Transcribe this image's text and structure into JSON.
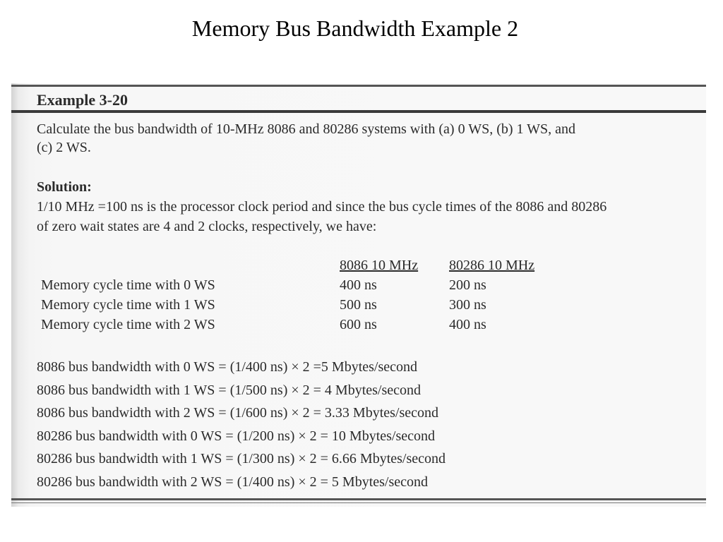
{
  "slide": {
    "title": "Memory Bus Bandwidth Example 2"
  },
  "scan": {
    "example_label": "Example 3-20",
    "problem_lines": [
      "Calculate the bus bandwidth of 10-MHz  8086 and 80286 systems with (a) 0 WS,  (b) 1 WS, and",
      "(c) 2 WS."
    ],
    "solution_label": "Solution:",
    "solution_lines": [
      "1/10 MHz =100 ns is the processor clock period and since the bus cycle times of the 8086 and 80286",
      "of zero wait states are 4 and 2 clocks, respectively, we have:"
    ],
    "table": {
      "headers": [
        "8086 10 MHz",
        "80286 10 MHz"
      ],
      "rows": [
        {
          "label": "Memory cycle time with 0 WS",
          "c8086": "400 ns",
          "c80286": "200 ns"
        },
        {
          "label": "Memory cycle time with 1 WS",
          "c8086": "500 ns",
          "c80286": "300 ns"
        },
        {
          "label": "Memory cycle time with 2 WS",
          "c8086": "600 ns",
          "c80286": "400 ns"
        }
      ]
    },
    "results": [
      "8086 bus bandwidth with 0 WS = (1/400 ns) × 2 =5 Mbytes/second",
      "8086 bus bandwidth with 1 WS = (1/500 ns) × 2 = 4 Mbytes/second",
      "8086 bus bandwidth with 2 WS = (1/600 ns) × 2 = 3.33 Mbytes/second",
      "80286 bus bandwidth with 0 WS = (1/200 ns) × 2 = 10 Mbytes/second",
      "80286 bus bandwidth with 1 WS = (1/300 ns) × 2 = 6.66 Mbytes/second",
      "80286 bus bandwidth with 2 WS = (1/400 ns) × 2 = 5 Mbytes/second"
    ]
  }
}
